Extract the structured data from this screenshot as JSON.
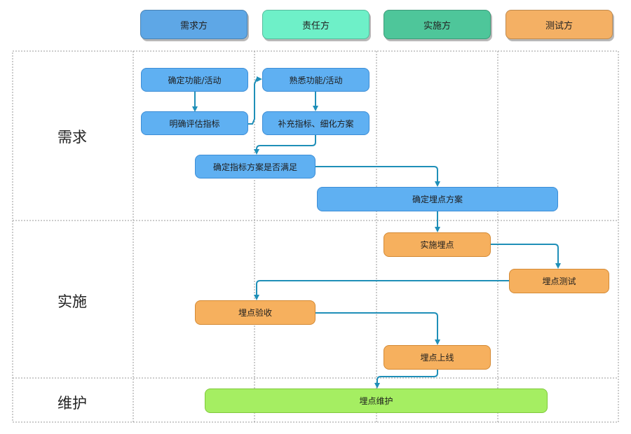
{
  "columns": [
    {
      "label": "需求方",
      "color": "#5ea7e6"
    },
    {
      "label": "责任方",
      "color": "#6ef0c8"
    },
    {
      "label": "实施方",
      "color": "#4ec69a"
    },
    {
      "label": "测试方",
      "color": "#f4b064"
    }
  ],
  "lanes": [
    "需求",
    "实施",
    "维护"
  ],
  "nodes": {
    "confirm_function": "确定功能/活动",
    "clarify_metrics": "明确评估指标",
    "familiarize_function": "熟悉功能/活动",
    "supplement_metrics": "补充指标、细化方案",
    "confirm_meets": "确定指标方案是否满足",
    "confirm_tracking_plan": "确定埋点方案",
    "implement_tracking": "实施埋点",
    "tracking_test": "埋点测试",
    "tracking_acceptance": "埋点验收",
    "tracking_launch": "埋点上线",
    "tracking_maintenance": "埋点维护"
  }
}
